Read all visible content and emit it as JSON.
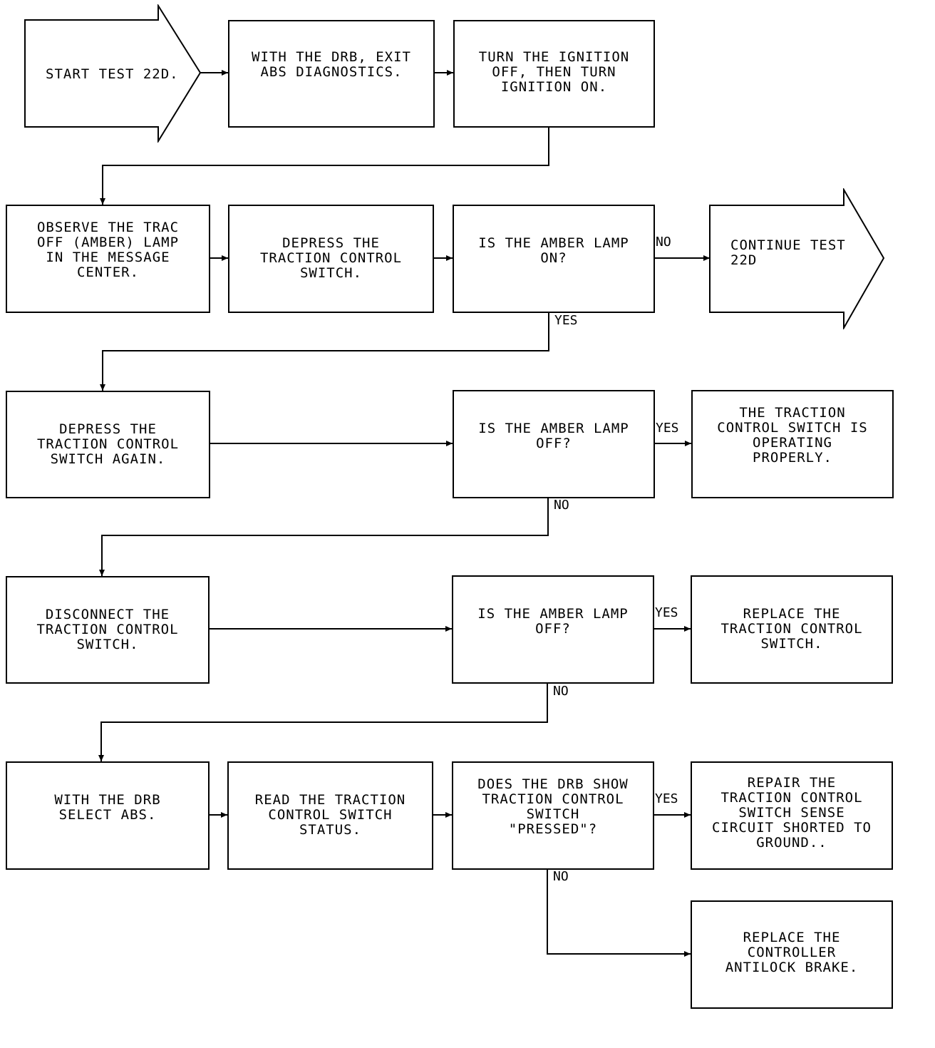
{
  "nodes": {
    "start": "START TEST 22D.",
    "exit_abs": "WITH THE DRB, EXIT\nABS DIAGNOSTICS.",
    "ignition": "TURN THE IGNITION\nOFF, THEN TURN\nIGNITION ON.",
    "observe": "OBSERVE THE TRAC\nOFF (AMBER) LAMP\nIN THE MESSAGE\nCENTER.",
    "depress1": "DEPRESS THE\nTRACTION CONTROL\nSWITCH.",
    "q_lamp_on": "IS THE AMBER LAMP\nON?",
    "continue": "CONTINUE TEST\n22D",
    "depress2": "DEPRESS THE\nTRACTION CONTROL\nSWITCH AGAIN.",
    "q_lamp_off1": "IS THE AMBER LAMP\nOFF?",
    "ok": "THE TRACTION\nCONTROL SWITCH IS\nOPERATING\nPROPERLY.",
    "disconnect": "DISCONNECT THE\nTRACTION CONTROL\nSWITCH.",
    "q_lamp_off2": "IS THE AMBER LAMP\nOFF?",
    "replace_switch": "REPLACE THE\nTRACTION CONTROL\nSWITCH.",
    "select_abs": "WITH THE DRB\nSELECT ABS.",
    "read_status": "READ THE TRACTION\nCONTROL SWITCH\nSTATUS.",
    "q_pressed": "DOES THE DRB SHOW\nTRACTION CONTROL\nSWITCH\n\"PRESSED\"?",
    "repair": "REPAIR THE\nTRACTION CONTROL\nSWITCH SENSE\nCIRCUIT SHORTED TO\nGROUND..",
    "replace_controller": "REPLACE THE\nCONTROLLER\nANTILOCK BRAKE."
  },
  "labels": {
    "no_continue": "NO",
    "yes_lamp_on": "YES",
    "yes_ok": "YES",
    "no_off1": "NO",
    "yes_replace": "YES",
    "no_off2": "NO",
    "yes_repair": "YES",
    "no_pressed": "NO"
  }
}
